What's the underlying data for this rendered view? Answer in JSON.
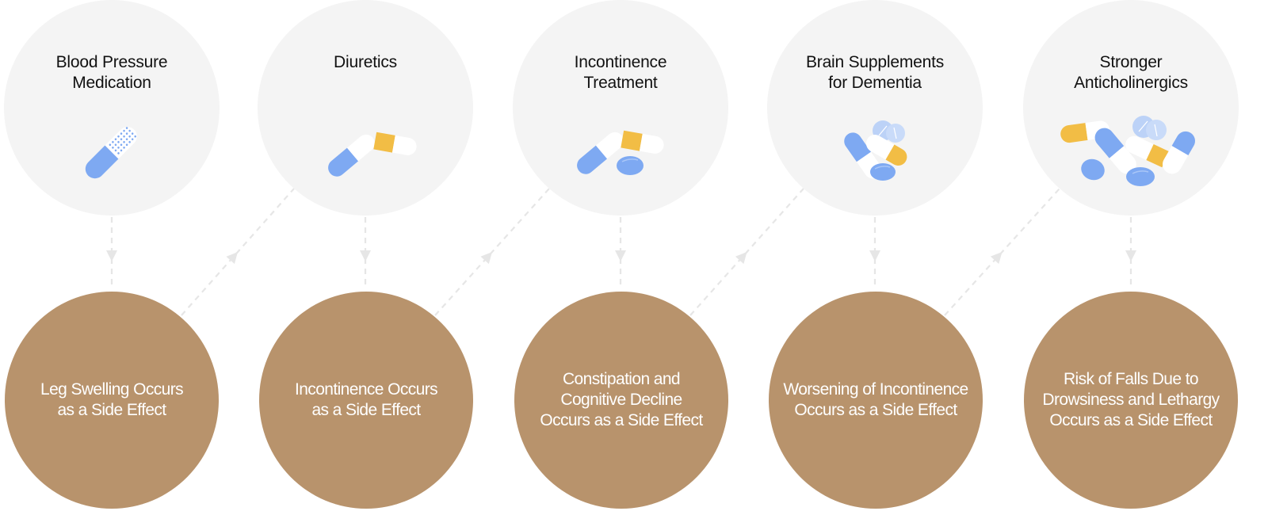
{
  "diagram": {
    "colors": {
      "top_circle_fill": "#f4f4f4",
      "bottom_circle_fill": "#b8936c",
      "connector": "#e6e6e6",
      "pill_blue": "#7ea9f2",
      "pill_yellow": "#f2bd45",
      "pill_white": "#ffffff",
      "tablet_light": "#bcd2f7"
    },
    "steps": [
      {
        "medication": "Blood Pressure Medication",
        "medication_lines": [
          "Blood Pressure",
          "Medication"
        ],
        "icon": "single-capsule-icon",
        "side_effect_lines": [
          "Leg Swelling Occurs",
          "as a Side Effect"
        ]
      },
      {
        "medication": "Diuretics",
        "medication_lines": [
          "Diuretics"
        ],
        "icon": "two-capsules-icon",
        "side_effect_lines": [
          "Incontinence Occurs",
          "as a Side Effect"
        ]
      },
      {
        "medication": "Incontinence Treatment",
        "medication_lines": [
          "Incontinence",
          "Treatment"
        ],
        "icon": "capsules-and-tablet-icon",
        "side_effect_lines": [
          "Constipation and",
          "Cognitive Decline",
          "Occurs as a Side Effect"
        ]
      },
      {
        "medication": "Brain Supplements for Dementia",
        "medication_lines": [
          "Brain Supplements",
          "for Dementia"
        ],
        "icon": "pill-cluster-icon",
        "side_effect_lines": [
          "Worsening of Incontinence",
          "Occurs as a Side Effect"
        ]
      },
      {
        "medication": "Stronger Anticholinergics",
        "medication_lines": [
          "Stronger",
          "Anticholinergics"
        ],
        "icon": "many-pills-icon",
        "side_effect_lines": [
          "Risk of Falls Due to",
          "Drowsiness and Lethargy",
          "Occurs as a Side Effect"
        ]
      }
    ]
  }
}
